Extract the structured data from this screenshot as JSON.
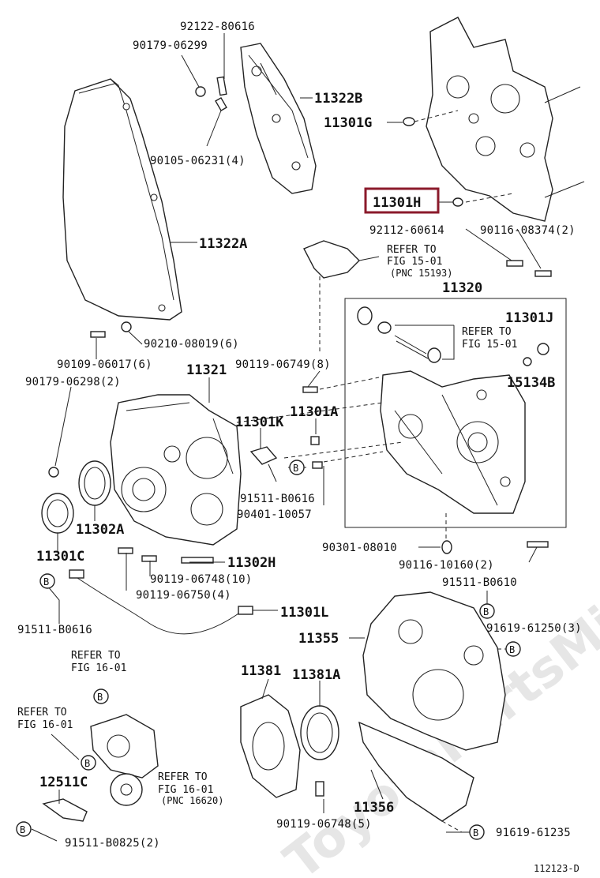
{
  "watermark": "ToyotaPartsMiers.ru",
  "highlight_color": "#8b1a2b",
  "labels": {
    "p92122_80616": "92122-80616",
    "p90179_06299": "90179-06299",
    "p11322b": "11322B",
    "p11301g": "11301G",
    "p90105_06231": "90105-06231(4)",
    "p11301h": "11301H",
    "p92112_60614": "92112-60614",
    "p90116_08374": "90116-08374(2)",
    "p11322a": "11322A",
    "p11320": "11320",
    "p11301j": "11301J",
    "p15134b": "15134B",
    "p90210_08019": "90210-08019(6)",
    "p90109_06017": "90109-06017(6)",
    "p90179_06298": "90179-06298(2)",
    "p11321": "11321",
    "p90119_06749": "90119-06749(8)",
    "p11301a": "11301A",
    "p11301k": "11301K",
    "p91511_b0616_a": "91511-B0616",
    "p90401_10057": "90401-10057",
    "p11302a": "11302A",
    "p11301c": "11301C",
    "p11302h": "11302H",
    "p90119_06748_10": "90119-06748(10)",
    "p90119_06750": "90119-06750(4)",
    "p90301_08010": "90301-08010",
    "p90116_10160": "90116-10160(2)",
    "p91511_b0610": "91511-B0610",
    "p11301l": "11301L",
    "p91511_b0616_b": "91511-B0616",
    "p11355": "11355",
    "p91619_61250": "91619-61250(3)",
    "p11381": "11381",
    "p11381a": "11381A",
    "p12511c": "12511C",
    "p11356": "11356",
    "p90119_06748_5": "90119-06748(5)",
    "p91511_b0825": "91511-B0825(2)",
    "p91619_61235": "91619-61235",
    "diagram_id": "112123-D"
  },
  "refs": {
    "ref_15_01_top": {
      "line1": "REFER TO",
      "line2": "FIG 15-01",
      "line3": "(PNC 15193)"
    },
    "ref_15_01_right": {
      "line1": "REFER TO",
      "line2": "FIG 15-01"
    },
    "ref_16_01_a": {
      "line1": "REFER TO",
      "line2": "FIG 16-01"
    },
    "ref_16_01_b": {
      "line1": "REFER TO",
      "line2": "FIG 16-01"
    },
    "ref_16_01_c": {
      "line1": "REFER TO",
      "line2": "FIG 16-01",
      "line3": "(PNC 16620)"
    }
  },
  "callout_letter": "B"
}
